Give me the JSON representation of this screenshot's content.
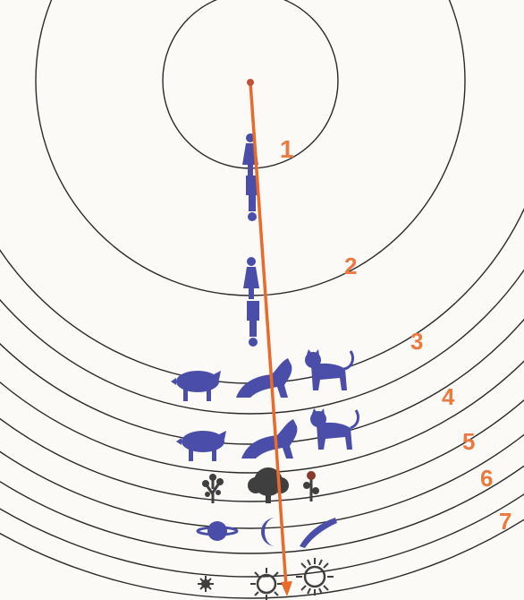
{
  "diagram": {
    "labels": [
      "1",
      "2",
      "3",
      "4",
      "5",
      "6",
      "7"
    ],
    "colors": {
      "rings": "#2a2a2a",
      "arrow": "#ea6a2a",
      "labels": "#ea7a3f",
      "figures": "#4a4ea8",
      "plants": "#3f3f3f"
    },
    "icons": [
      "female-figure",
      "male-figure",
      "pig",
      "dog",
      "cat",
      "bush",
      "tree",
      "flower",
      "saturn",
      "crescent-moon",
      "comet",
      "small-sun",
      "sun",
      "large-sun"
    ]
  }
}
